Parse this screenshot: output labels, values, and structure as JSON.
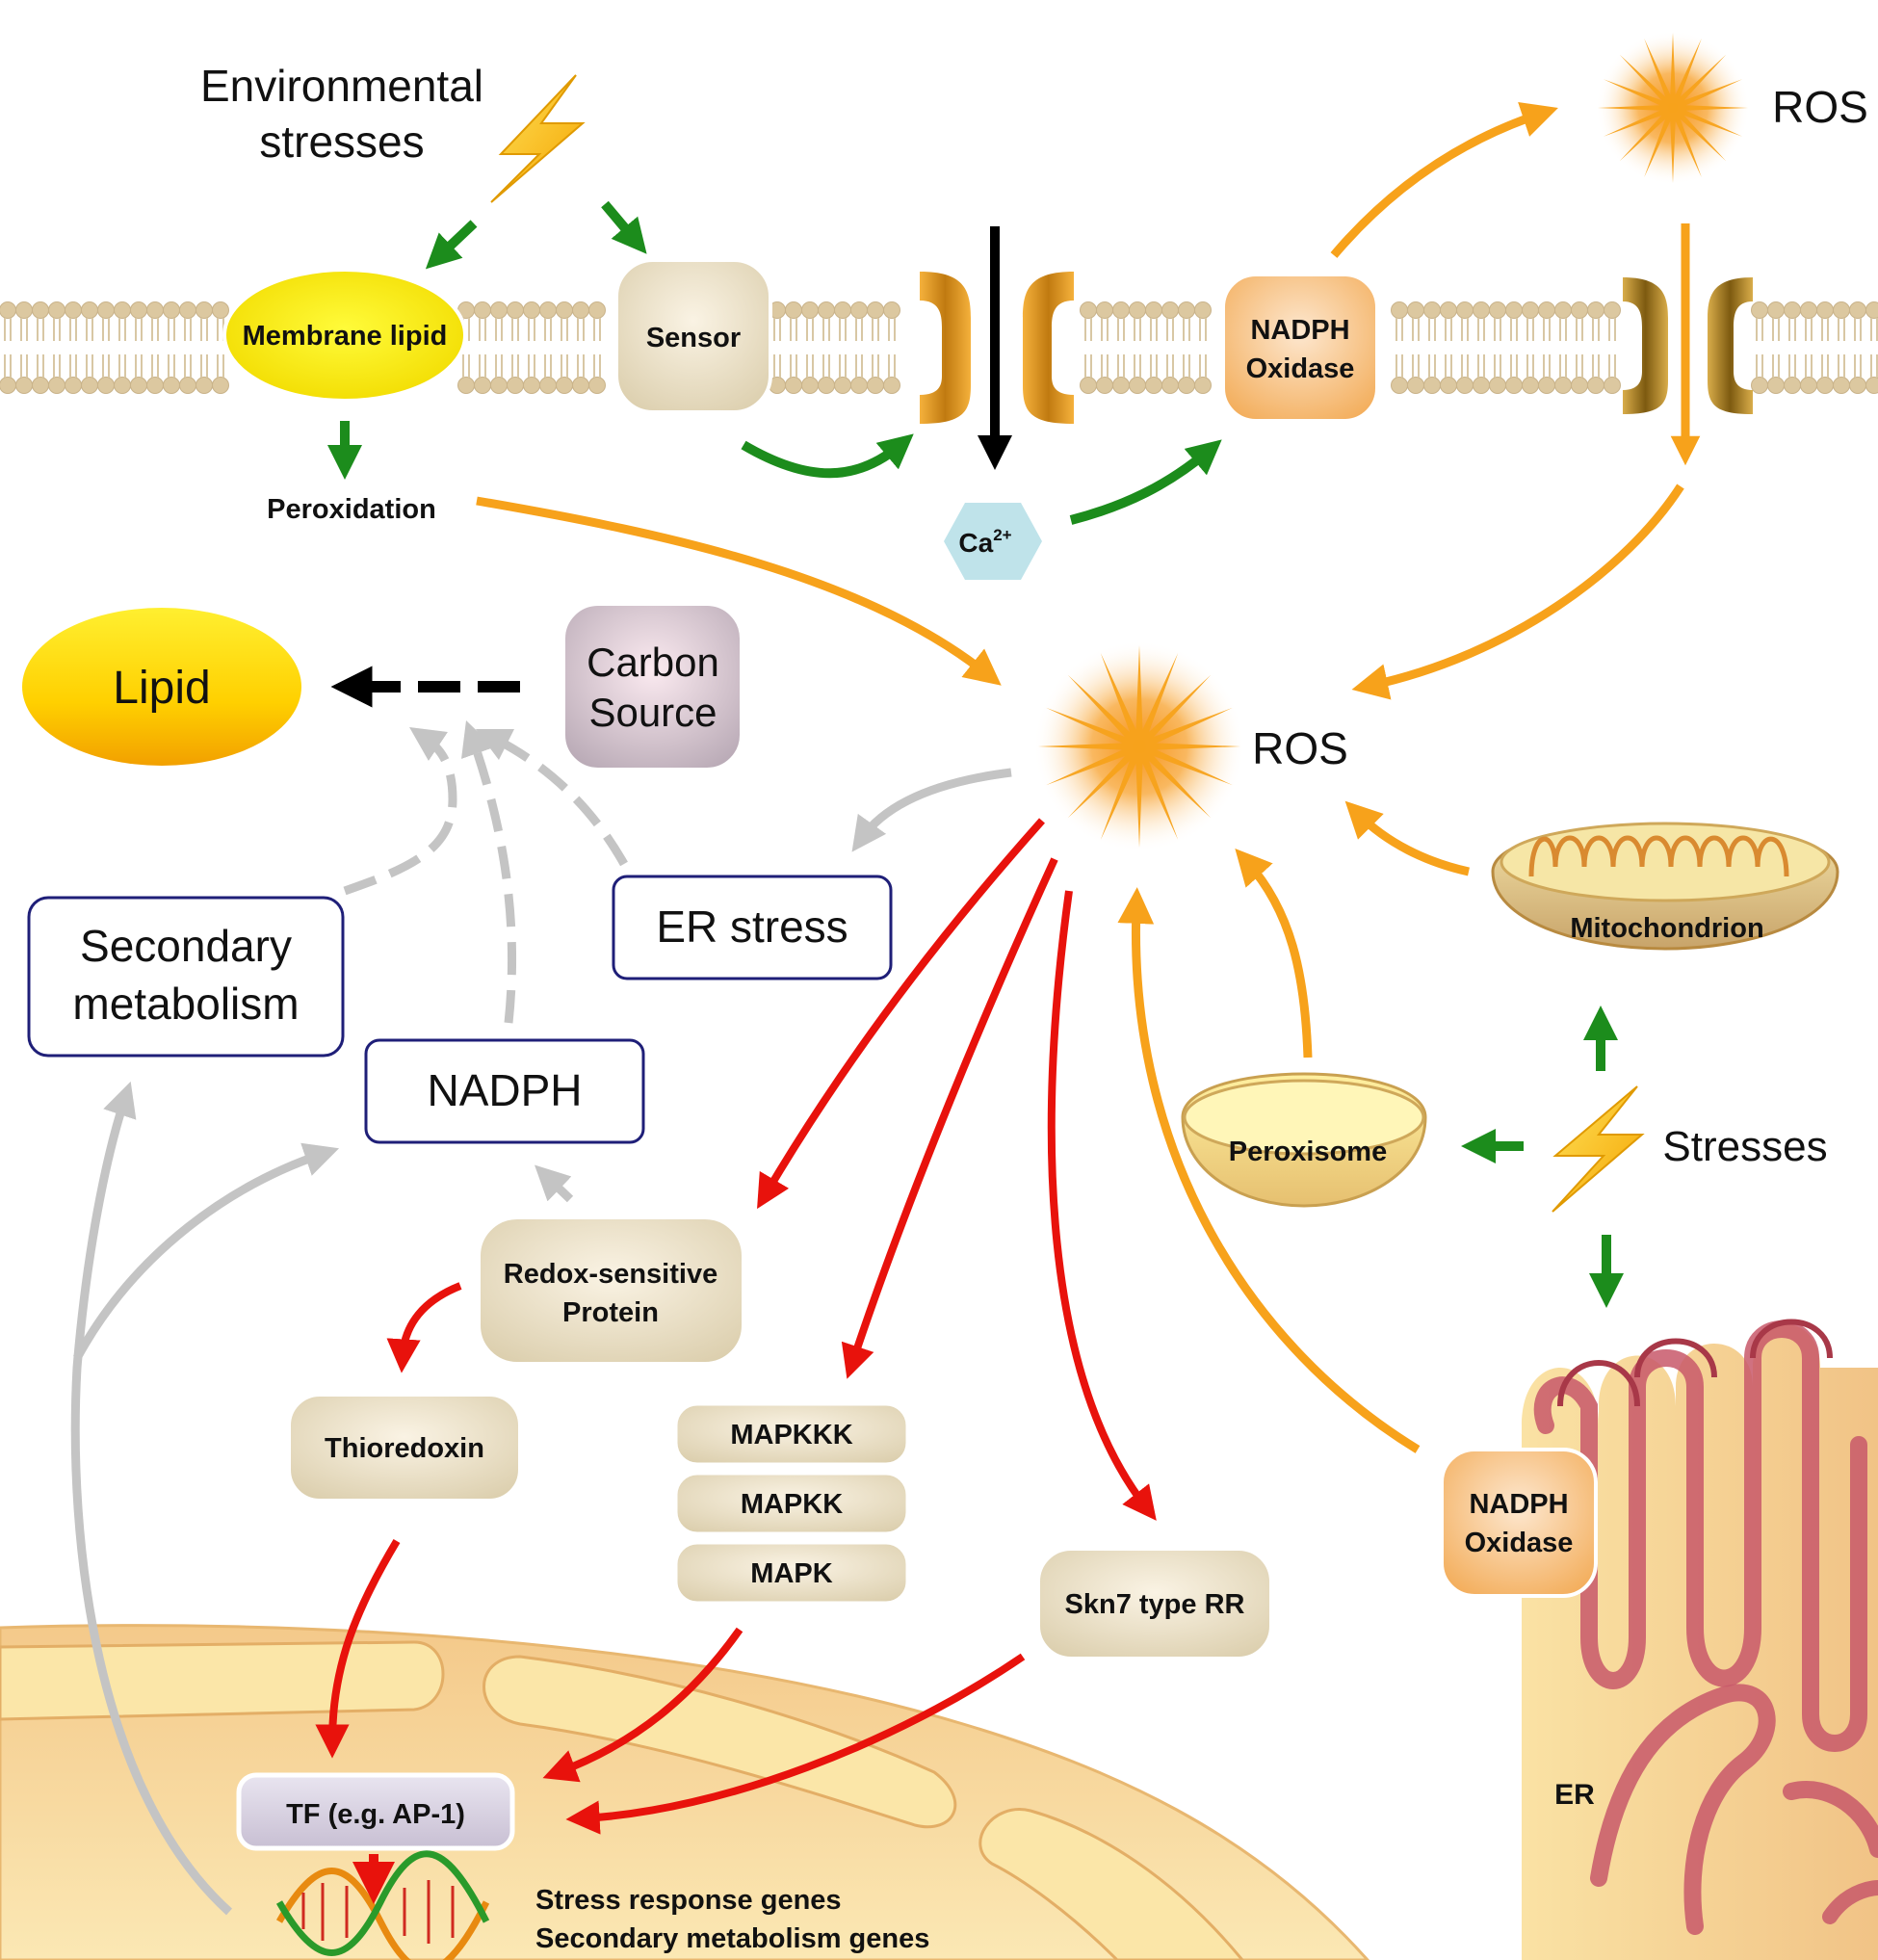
{
  "labels": {
    "environmental_stresses_line1": "Environmental",
    "environmental_stresses_line2": "stresses",
    "membrane_lipid": "Membrane lipid",
    "sensor": "Sensor",
    "nadph_oxidase_top_line1": "NADPH",
    "nadph_oxidase_top_line2": "Oxidase",
    "ros_top": "ROS",
    "peroxidation": "Peroxidation",
    "calcium": "Ca",
    "calcium_charge": "2+",
    "lipid": "Lipid",
    "carbon_source_line1": "Carbon",
    "carbon_source_line2": "Source",
    "ros_center": "ROS",
    "er_stress": "ER stress",
    "secondary_metabolism_line1": "Secondary",
    "secondary_metabolism_line2": "metabolism",
    "nadph": "NADPH",
    "mitochondrion": "Mitochondrion",
    "peroxisome": "Peroxisome",
    "stresses": "Stresses",
    "redox_protein_line1": "Redox-sensitive",
    "redox_protein_line2": "Protein",
    "thioredoxin": "Thioredoxin",
    "mapkkk": "MAPKKK",
    "mapkk": "MAPKK",
    "mapk": "MAPK",
    "skn7": "Skn7 type RR",
    "nadph_oxidase_er_line1": "NADPH",
    "nadph_oxidase_er_line2": "Oxidase",
    "tf": "TF (e.g. AP-1)",
    "genes_line1": "Stress response genes",
    "genes_line2": "Secondary metabolism genes",
    "er": "ER"
  },
  "colors": {
    "orange_arrow": "#f7a21b",
    "green_arrow": "#1c8c1c",
    "red_arrow": "#e8120c",
    "gray_arrow": "#c4c4c4",
    "box_border_blue": "#1f1f78",
    "membrane_head": "#dcc8a0",
    "er_fill": "#f1c58e",
    "er_stroke": "#c8586a",
    "nucleus_fill": "#f7d79a"
  }
}
